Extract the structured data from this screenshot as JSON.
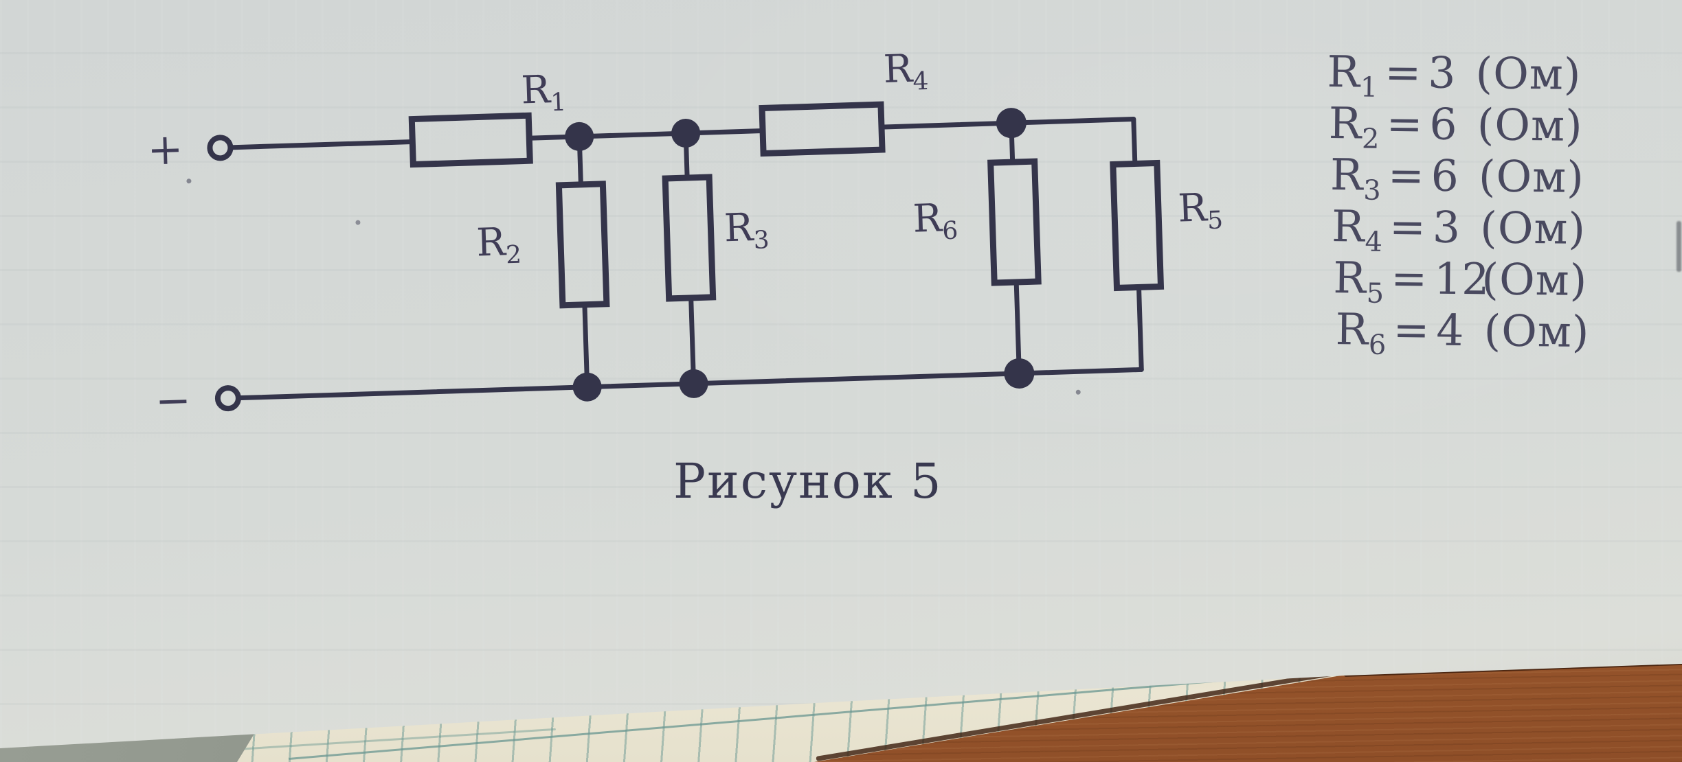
{
  "circuit_figure": {
    "caption": "Рисунок 5",
    "plus_label": "+",
    "minus_label": "−",
    "resistor_labels": [
      {
        "base": "R",
        "sub": "1"
      },
      {
        "base": "R",
        "sub": "2"
      },
      {
        "base": "R",
        "sub": "3"
      },
      {
        "base": "R",
        "sub": "4"
      },
      {
        "base": "R",
        "sub": "5"
      },
      {
        "base": "R",
        "sub": "6"
      }
    ]
  },
  "values_list": {
    "items": [
      {
        "base": "R",
        "sub": "1",
        "eq": "=",
        "value": "3",
        "unit": "(Ом)"
      },
      {
        "base": "R",
        "sub": "2",
        "eq": "=",
        "value": "6",
        "unit": "(Ом)"
      },
      {
        "base": "R",
        "sub": "3",
        "eq": "=",
        "value": "6",
        "unit": "(Ом)"
      },
      {
        "base": "R",
        "sub": "4",
        "eq": "=",
        "value": "3",
        "unit": "(Ом)"
      },
      {
        "base": "R",
        "sub": "5",
        "eq": "=",
        "value": "12",
        "unit": "(Ом)"
      },
      {
        "base": "R",
        "sub": "6",
        "eq": "=",
        "value": "4",
        "unit": "(Ом)"
      }
    ]
  },
  "colors": {
    "ink": "#34344a",
    "label_ink": "#3f3c56",
    "values_ink": "#49495f",
    "paper": "#d6dad7",
    "wood": "#9c5b33",
    "notebook_paper": "#eae5d2",
    "notebook_grid": "#749e98"
  }
}
